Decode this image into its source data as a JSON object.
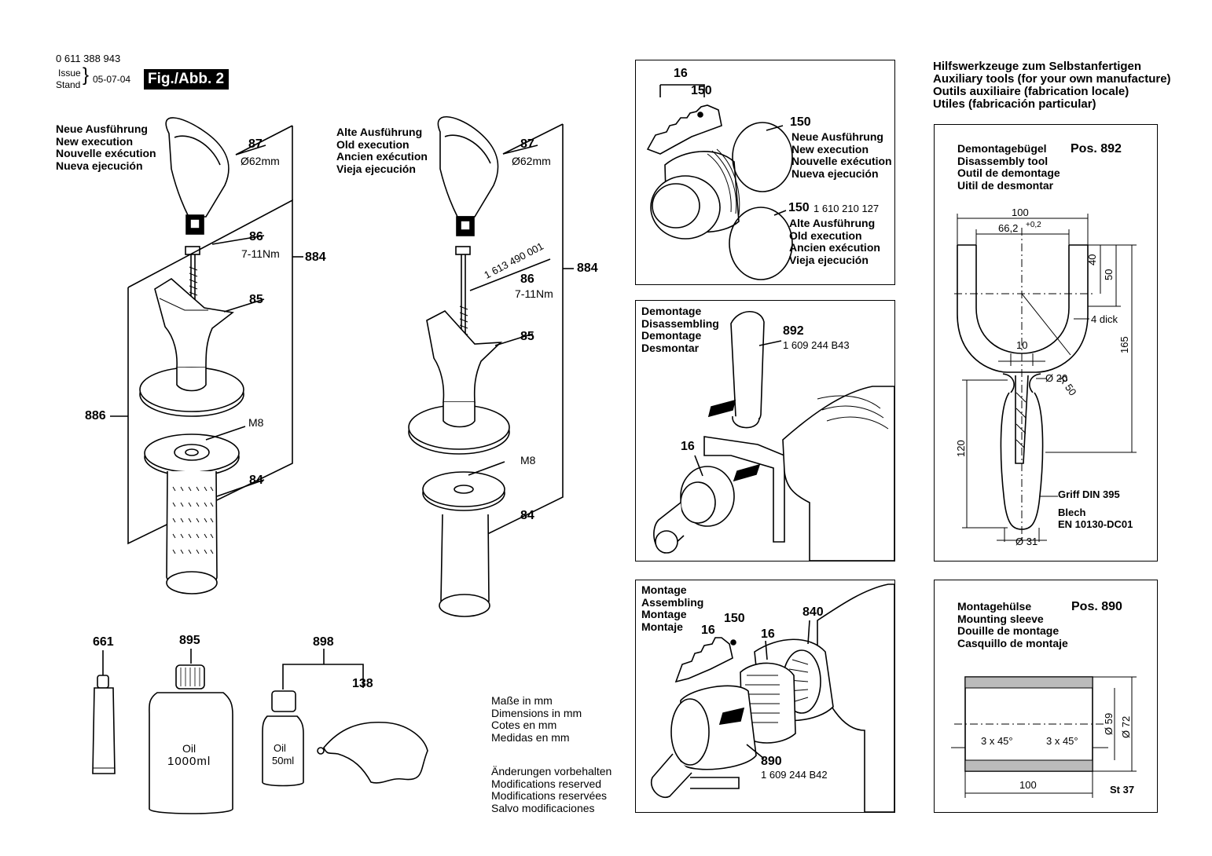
{
  "header": {
    "part_number": "0 611 388 943",
    "issue_label": "Issue",
    "stand_label": "Stand",
    "issue_date": "05-07-04",
    "figure_tag": "Fig./Abb. 2"
  },
  "new_handle": {
    "title_lines": [
      "Neue Ausführung",
      "New execution",
      "Nouvelle exécution",
      "Nueva ejecución"
    ],
    "labels": {
      "p87": "87",
      "p87_dim": "Ø62mm",
      "p86": "86",
      "p86_torque": "7-11Nm",
      "p884": "884",
      "p85": "85",
      "p886": "886",
      "m8": "M8",
      "p84": "84"
    }
  },
  "old_handle": {
    "title_lines": [
      "Alte Ausführung",
      "Old execution",
      "Ancien exécution",
      "Vieja ejecución"
    ],
    "labels": {
      "p87": "87",
      "p87_dim": "Ø62mm",
      "bolt_number": "1 613 490 001",
      "p86": "86",
      "p86_torque": "7-11Nm",
      "p884": "884",
      "p85": "85",
      "m8": "M8",
      "p84": "84"
    }
  },
  "consumables": {
    "p661": "661",
    "p895": "895",
    "oil_big_l1": "Oil",
    "oil_big_l2": "1000ml",
    "p898": "898",
    "p138": "138",
    "oil_small_l1": "Oil",
    "oil_small_l2": "50ml"
  },
  "notes": {
    "dimensions_lines": [
      "Maße in mm",
      "Dimensions in mm",
      "Cotes en mm",
      "Medidas en mm"
    ],
    "changes_lines": [
      "Änderungen vorbehalten",
      "Modifications reserved",
      "Modifications reservées",
      "Salvo modificaciones"
    ]
  },
  "panel_rings": {
    "p16": "16",
    "p150_top": "150",
    "p150_new": "150",
    "new_lines": [
      "Neue Ausführung",
      "New execution",
      "Nouvelle exécution",
      "Nueva ejecución"
    ],
    "p150_old": "150",
    "p150_old_number": "1 610 210 127",
    "old_lines": [
      "Alte Ausführung",
      "Old execution",
      "Ancien exécution",
      "Vieja ejecución"
    ]
  },
  "panel_disassembly": {
    "title_lines": [
      "Demontage",
      "Disassembling",
      "Demontage",
      "Desmontar"
    ],
    "p892": "892",
    "p892_number": "1 609 244 B43",
    "p16": "16"
  },
  "panel_assembly": {
    "title_lines": [
      "Montage",
      "Assembling",
      "Montage",
      "Montaje"
    ],
    "p16a": "16",
    "p150": "150",
    "p16b": "16",
    "p840": "840",
    "p890": "890",
    "p890_number": "1 609 244 B42"
  },
  "aux_tools": {
    "heading_lines": [
      "Hilfswerkzeuge zum Selbstanfertigen",
      "Auxiliary tools (for your own manufacture)",
      "Outils auxiliaire (fabrication locale)",
      "Utiles (fabricación particular)"
    ]
  },
  "tool_892": {
    "title_lines": [
      "Demontagebügel",
      "Disassembly tool",
      "Outil de demontage",
      "Uitil de desmontar"
    ],
    "pos": "Pos. 892",
    "dim_100": "100",
    "dim_66": "66,2",
    "dim_66_tol": "+0,2",
    "dim_40": "40",
    "dim_50": "50",
    "thickness": "4 dick",
    "dim_165": "165",
    "dim_10": "10",
    "radius": "R 50",
    "dim_d20": "Ø 20",
    "dim_120": "120",
    "grip": "Griff DIN 395",
    "sheet_l1": "Blech",
    "sheet_l2": "EN 10130-DC01",
    "dim_d31": "Ø 31"
  },
  "tool_890": {
    "title_lines": [
      "Montagehülse",
      "Mounting sleeve",
      "Douille de montage",
      "Casquillo de montaje"
    ],
    "pos": "Pos. 890",
    "chamfer_left": "3 x 45°",
    "chamfer_right": "3 x 45°",
    "dim_d59": "Ø 59",
    "dim_d72": "Ø 72",
    "dim_100": "100",
    "material": "St 37"
  }
}
